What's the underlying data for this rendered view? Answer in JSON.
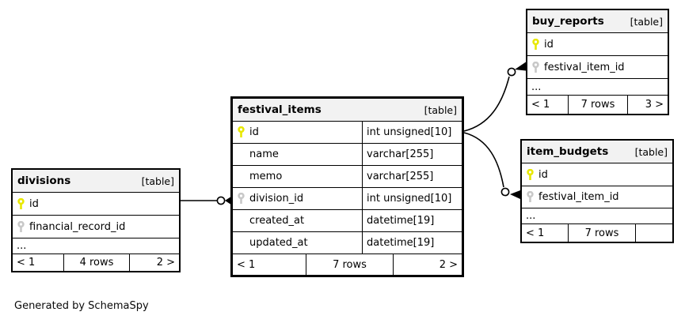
{
  "credit": "Generated by SchemaSpy",
  "colors": {
    "pk_key": "#e8e800",
    "pk_key_stroke": "#c9c900",
    "fk_key": "#c8c8c8",
    "fk_key_stroke": "#b0b0b0",
    "header_bg": "#f2f2f2",
    "line": "#000000"
  },
  "relationships": [
    {
      "from": "festival_items.division_id",
      "to": "divisions.id"
    },
    {
      "from": "buy_reports.festival_item_id",
      "to": "festival_items.id"
    },
    {
      "from": "item_budgets.festival_item_id",
      "to": "festival_items.id"
    }
  ],
  "tables": {
    "divisions": {
      "name": "divisions",
      "tag": "[table]",
      "columns": [
        {
          "name": "id",
          "key": "pk"
        },
        {
          "name": "financial_record_id",
          "key": "fk"
        }
      ],
      "ellipsis": "...",
      "pager": {
        "prev": "< 1",
        "rows": "4 rows",
        "next": "2 >"
      }
    },
    "festival_items": {
      "name": "festival_items",
      "tag": "[table]",
      "columns": [
        {
          "name": "id",
          "type": "int unsigned[10]",
          "key": "pk"
        },
        {
          "name": "name",
          "type": "varchar[255]",
          "key": ""
        },
        {
          "name": "memo",
          "type": "varchar[255]",
          "key": ""
        },
        {
          "name": "division_id",
          "type": "int unsigned[10]",
          "key": "fk"
        },
        {
          "name": "created_at",
          "type": "datetime[19]",
          "key": ""
        },
        {
          "name": "updated_at",
          "type": "datetime[19]",
          "key": ""
        }
      ],
      "pager": {
        "prev": "< 1",
        "rows": "7 rows",
        "next": "2 >"
      }
    },
    "buy_reports": {
      "name": "buy_reports",
      "tag": "[table]",
      "columns": [
        {
          "name": "id",
          "key": "pk"
        },
        {
          "name": "festival_item_id",
          "key": "fk"
        }
      ],
      "ellipsis": "...",
      "pager": {
        "prev": "< 1",
        "rows": "7 rows",
        "next": "3 >"
      }
    },
    "item_budgets": {
      "name": "item_budgets",
      "tag": "[table]",
      "columns": [
        {
          "name": "id",
          "key": "pk"
        },
        {
          "name": "festival_item_id",
          "key": "fk"
        }
      ],
      "ellipsis": "...",
      "pager": {
        "prev": "< 1",
        "rows": "7 rows",
        "next": ""
      }
    }
  }
}
